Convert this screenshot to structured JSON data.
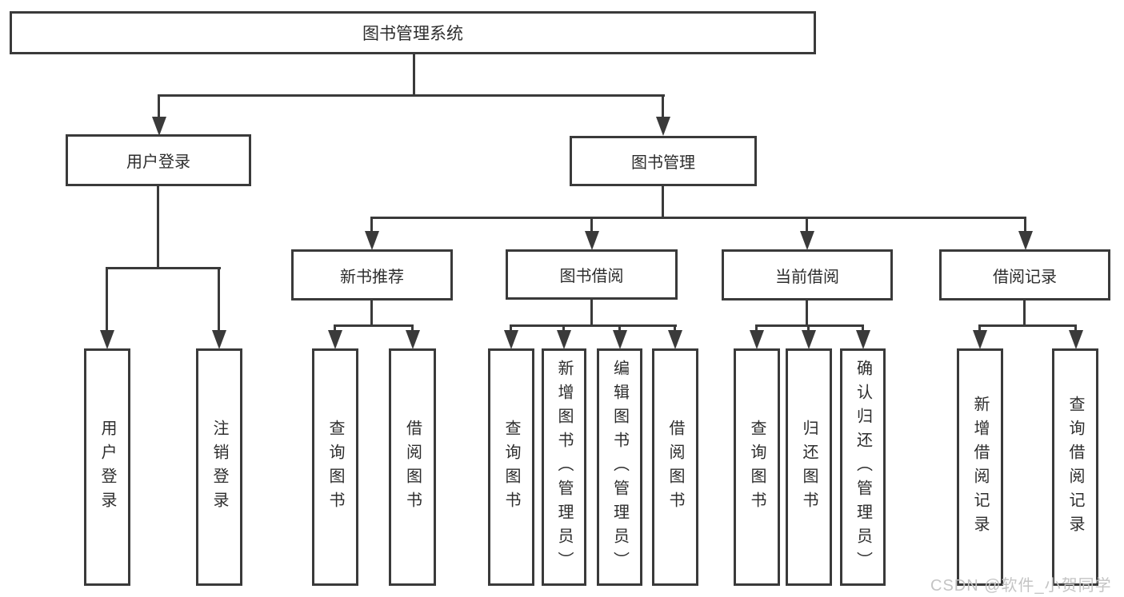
{
  "tree": {
    "root": "图书管理系统",
    "children": [
      {
        "label": "用户登录",
        "children": [
          {
            "label": "用户登录"
          },
          {
            "label": "注销登录"
          }
        ]
      },
      {
        "label": "图书管理",
        "children": [
          {
            "label": "新书推荐",
            "children": [
              {
                "label": "查询图书"
              },
              {
                "label": "借阅图书"
              }
            ]
          },
          {
            "label": "图书借阅",
            "children": [
              {
                "label": "查询图书"
              },
              {
                "label": "新增图书（管理员）"
              },
              {
                "label": "编辑图书（管理员）"
              },
              {
                "label": "借阅图书"
              }
            ]
          },
          {
            "label": "当前借阅",
            "children": [
              {
                "label": "查询图书"
              },
              {
                "label": "归还图书"
              },
              {
                "label": "确认归还（管理员）"
              }
            ]
          },
          {
            "label": "借阅记录",
            "children": [
              {
                "label": "新增借阅记录"
              },
              {
                "label": "查询借阅记录"
              }
            ]
          }
        ]
      }
    ]
  },
  "watermark": {
    "text": "CSDN @软件_小贺同学"
  },
  "colors": {
    "line": "#3a3a3a",
    "box_border": "#3a3a3a",
    "text": "#2d2d2d",
    "watermark_text": "#c4c4c4",
    "background": "#ffffff"
  }
}
